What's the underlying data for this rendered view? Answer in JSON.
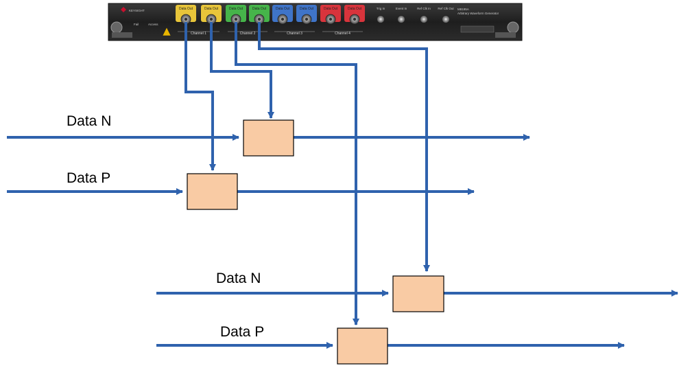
{
  "instrument": {
    "brand": "KEYSIGHT",
    "side_labels": [
      "Fail",
      "Access"
    ],
    "ports": [
      {
        "label": "Data Out",
        "color": "#e8c53a"
      },
      {
        "label": "Data Out",
        "color": "#e8c53a"
      },
      {
        "label": "Data Out",
        "color": "#46b44a"
      },
      {
        "label": "Data Out",
        "color": "#46b44a"
      },
      {
        "label": "Data Out",
        "color": "#3f74c8"
      },
      {
        "label": "Data Out",
        "color": "#3f74c8"
      },
      {
        "label": "Data Out",
        "color": "#d8343c"
      },
      {
        "label": "Data Out",
        "color": "#d8343c"
      }
    ],
    "channels": [
      "Channel 1",
      "Channel 2",
      "Channel 3",
      "Channel 4"
    ],
    "aux_ports": [
      "Trig In",
      "Event In",
      "Ref Clk In",
      "Ref Clk Out"
    ],
    "model": "M8195A",
    "model_sub": "Arbitrary Waveform Generator"
  },
  "diagram": {
    "line_color": "#2f62ad",
    "box_fill": "#f9cba4",
    "labels": {
      "n1": "Data N",
      "p1": "Data P",
      "n2": "Data N",
      "p2": "Data P"
    }
  }
}
